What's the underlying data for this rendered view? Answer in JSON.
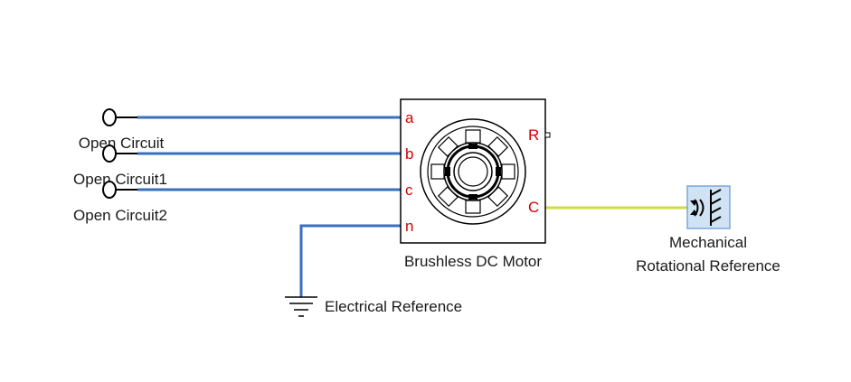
{
  "colors": {
    "electrical_wire": "#3a6fbf",
    "mechanical_wire": "#cfdc3a",
    "port_label": "#d40000",
    "block_border": "#000000",
    "mech_ref_bg": "#cfe3f5"
  },
  "blocks": {
    "open_circuit": {
      "name": "Open Circuit",
      "icon": "open-circuit-terminal-icon"
    },
    "open_circuit1": {
      "name": "Open Circuit1",
      "icon": "open-circuit-terminal-icon"
    },
    "open_circuit2": {
      "name": "Open Circuit2",
      "icon": "open-circuit-terminal-icon"
    },
    "motor": {
      "name": "Brushless DC Motor",
      "icon": "bldc-motor-icon",
      "ports": {
        "a": "a",
        "b": "b",
        "c": "c",
        "n": "n",
        "R": "R",
        "C": "C"
      }
    },
    "electrical_reference": {
      "name": "Electrical Reference",
      "icon": "ground-icon"
    },
    "mechanical_reference": {
      "name_line1": "Mechanical",
      "name_line2": "Rotational Reference",
      "icon": "mechanical-rotational-reference-icon"
    }
  }
}
